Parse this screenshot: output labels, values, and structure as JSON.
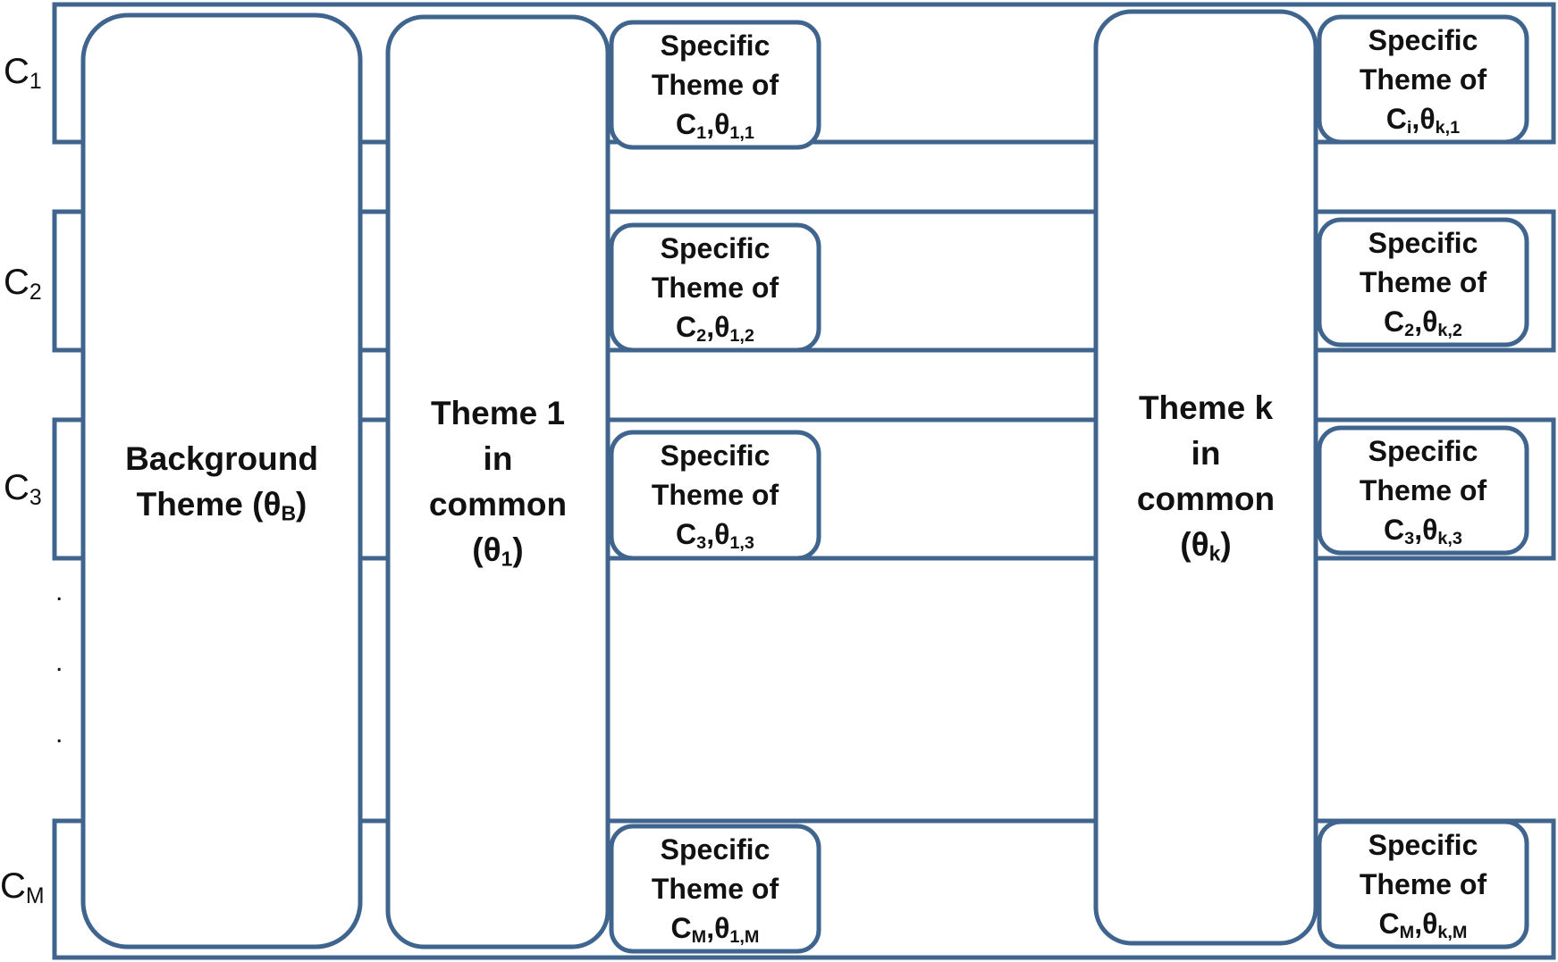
{
  "diagram": {
    "rows": [
      {
        "c": "C",
        "sub": "1"
      },
      {
        "c": "C",
        "sub": "2"
      },
      {
        "c": "C",
        "sub": "3"
      },
      {
        "c": "C",
        "sub": "M"
      }
    ],
    "ellipsis": [
      ".",
      ".",
      "."
    ],
    "background_theme": {
      "line1": "Background",
      "line2": "Theme (θ",
      "sub": "B",
      "close": ")"
    },
    "theme1": {
      "line1": "Theme 1",
      "line2": "in",
      "line3": "common",
      "open": "(θ",
      "sub": "1",
      "close": ")"
    },
    "themek": {
      "line1": "Theme k",
      "line2": "in",
      "line3": "common",
      "open": "(θ",
      "sub": "k",
      "close": ")"
    },
    "specific_label_line1": "Specific",
    "specific_label_line2": "Theme of",
    "specific_col1": [
      {
        "c": "C",
        "c_sub": "1",
        "theta": ",θ",
        "theta_sub": "1,1"
      },
      {
        "c": "C",
        "c_sub": "2",
        "theta": ",θ",
        "theta_sub": "1,2"
      },
      {
        "c": "C",
        "c_sub": "3",
        "theta": ",θ",
        "theta_sub": "1,3"
      },
      {
        "c": "C",
        "c_sub": "M",
        "theta": ",θ",
        "theta_sub": "1,M"
      }
    ],
    "specific_colk": [
      {
        "c": "C",
        "c_sub": "i",
        "theta": ",θ",
        "theta_sub": "k,1"
      },
      {
        "c": "C",
        "c_sub": "2",
        "theta": ",θ",
        "theta_sub": "k,2"
      },
      {
        "c": "C",
        "c_sub": "3",
        "theta": ",θ",
        "theta_sub": "k,3"
      },
      {
        "c": "C",
        "c_sub": "M",
        "theta": ",θ",
        "theta_sub": "k,M"
      }
    ],
    "colors": {
      "stroke": "#3f658f",
      "text": "#111111",
      "fill": "#ffffff"
    }
  }
}
